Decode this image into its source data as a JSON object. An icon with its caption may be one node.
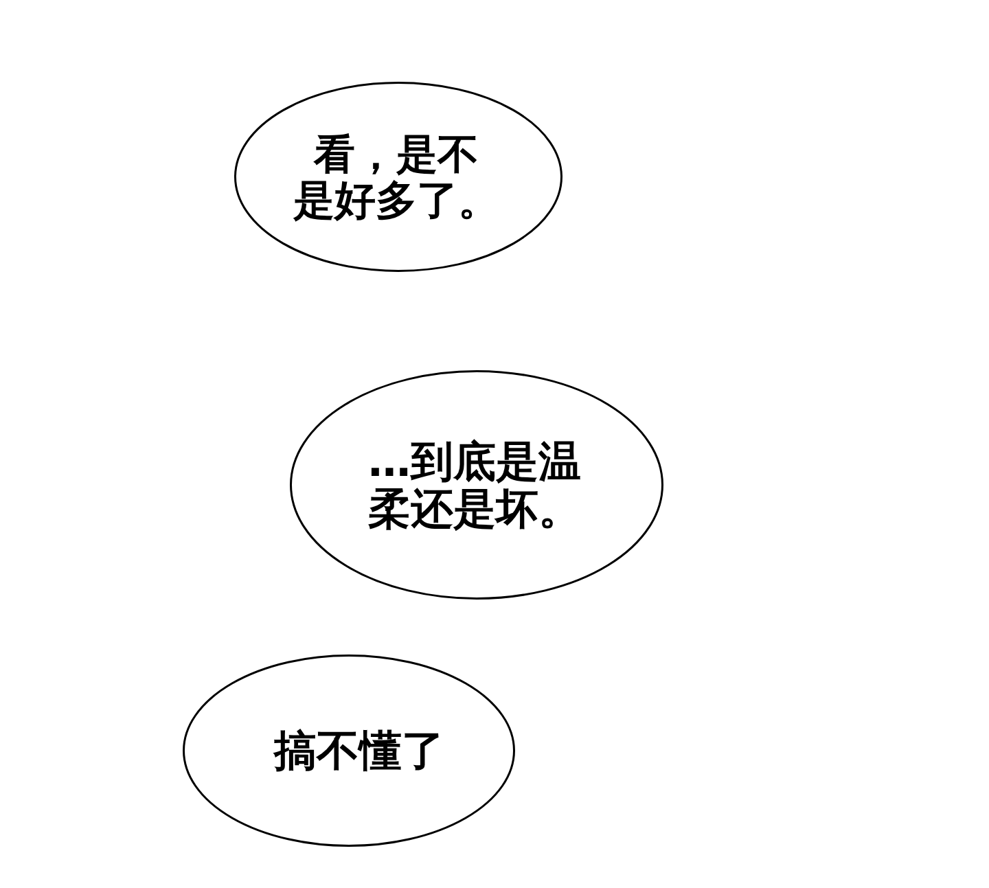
{
  "diagram": {
    "nodes": [
      {
        "text": [
          "看，是不是好多了。"
        ]
      },
      {
        "text": [
          "…到底是温柔还是坏。"
        ]
      },
      {
        "text": [
          "搞不懂了"
        ]
      }
    ]
  }
}
